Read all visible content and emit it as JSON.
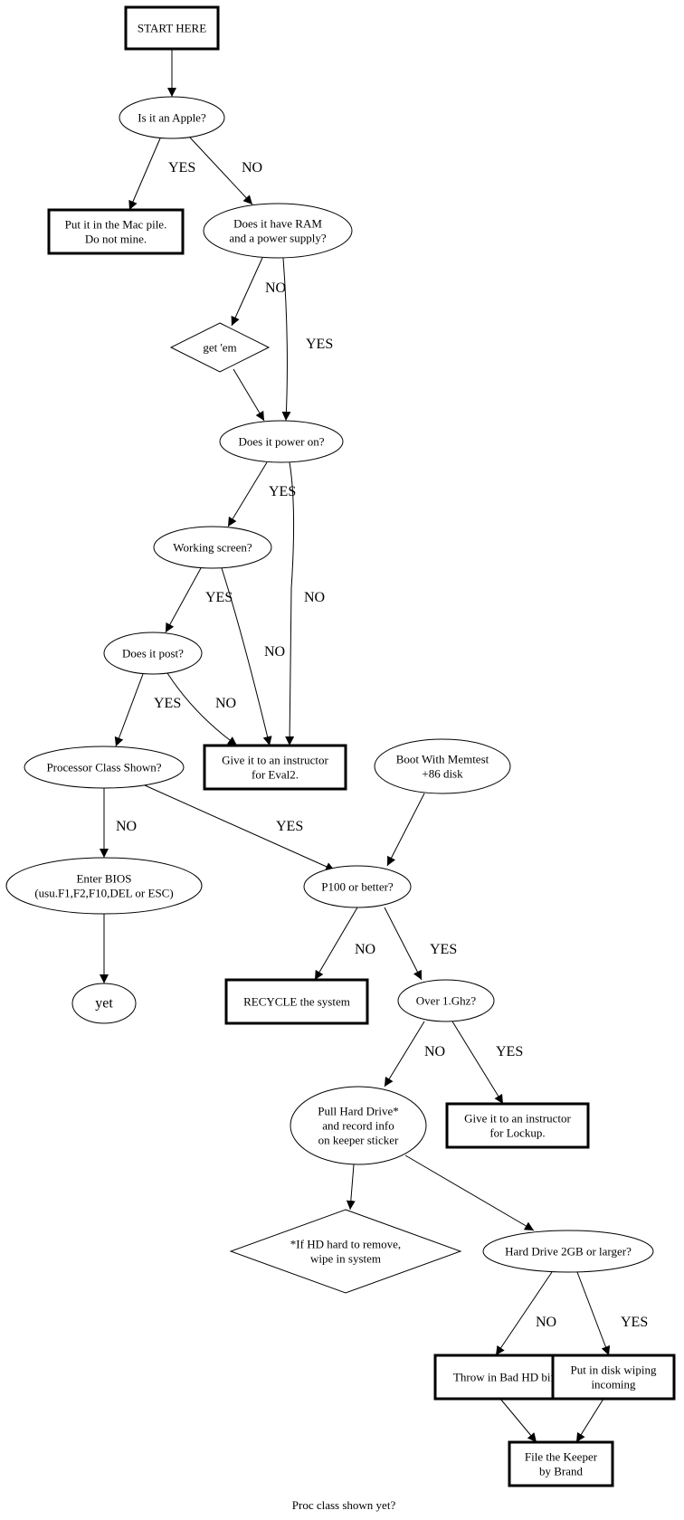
{
  "diagram": {
    "caption": "Proc class shown yet?",
    "nodes": {
      "start": [
        "START HERE"
      ],
      "apple": [
        "Is it an Apple?"
      ],
      "mac_pile": [
        "Put it in the Mac pile.",
        "Do not mine."
      ],
      "ram_power": [
        "Does it have RAM",
        "and a power supply?"
      ],
      "get_em": [
        "get 'em"
      ],
      "power_on": [
        "Does it power on?"
      ],
      "working_screen": [
        "Working screen?"
      ],
      "post": [
        "Does it post?"
      ],
      "eval2": [
        "Give it to an instructor",
        "for Eval2."
      ],
      "proc_class": [
        "Processor Class Shown?"
      ],
      "memtest": [
        "Boot With Memtest",
        "+86 disk"
      ],
      "bios": [
        "Enter BIOS",
        "(usu.F1,F2,F10,DEL or ESC)"
      ],
      "yet": [
        "yet"
      ],
      "p100": [
        "P100 or better?"
      ],
      "recycle": [
        "RECYCLE the system"
      ],
      "over1ghz": [
        "Over 1.Ghz?"
      ],
      "pull_hd": [
        "Pull Hard Drive*",
        "and record info",
        "on keeper sticker"
      ],
      "lockup": [
        "Give it to an instructor",
        "for Lockup."
      ],
      "hd_note": [
        "*If HD hard to remove,",
        "wipe in system"
      ],
      "hd2gb": [
        "Hard Drive 2GB or larger?"
      ],
      "bad_hd": [
        "Throw in Bad HD bin"
      ],
      "disk_wipe": [
        "Put in disk wiping",
        "incoming"
      ],
      "keeper": [
        "File the Keeper",
        "by Brand"
      ]
    },
    "edges": [
      {
        "from": "start",
        "to": "apple",
        "label": ""
      },
      {
        "from": "apple",
        "to": "mac_pile",
        "label": "YES"
      },
      {
        "from": "apple",
        "to": "ram_power",
        "label": "NO"
      },
      {
        "from": "ram_power",
        "to": "get_em",
        "label": "NO"
      },
      {
        "from": "ram_power",
        "to": "power_on",
        "label": "YES"
      },
      {
        "from": "get_em",
        "to": "power_on",
        "label": ""
      },
      {
        "from": "power_on",
        "to": "working_screen",
        "label": "YES"
      },
      {
        "from": "power_on",
        "to": "eval2",
        "label": "NO"
      },
      {
        "from": "working_screen",
        "to": "post",
        "label": "YES"
      },
      {
        "from": "working_screen",
        "to": "eval2",
        "label": "NO"
      },
      {
        "from": "post",
        "to": "proc_class",
        "label": "YES"
      },
      {
        "from": "post",
        "to": "eval2",
        "label": "NO"
      },
      {
        "from": "proc_class",
        "to": "bios",
        "label": "NO"
      },
      {
        "from": "proc_class",
        "to": "p100",
        "label": "YES"
      },
      {
        "from": "memtest",
        "to": "p100",
        "label": ""
      },
      {
        "from": "bios",
        "to": "yet",
        "label": ""
      },
      {
        "from": "p100",
        "to": "recycle",
        "label": "NO"
      },
      {
        "from": "p100",
        "to": "over1ghz",
        "label": "YES"
      },
      {
        "from": "over1ghz",
        "to": "pull_hd",
        "label": "NO"
      },
      {
        "from": "over1ghz",
        "to": "lockup",
        "label": "YES"
      },
      {
        "from": "pull_hd",
        "to": "hd_note",
        "label": ""
      },
      {
        "from": "pull_hd",
        "to": "hd2gb",
        "label": ""
      },
      {
        "from": "hd2gb",
        "to": "bad_hd",
        "label": "NO"
      },
      {
        "from": "hd2gb",
        "to": "disk_wipe",
        "label": "YES"
      },
      {
        "from": "bad_hd",
        "to": "keeper",
        "label": ""
      },
      {
        "from": "disk_wipe",
        "to": "keeper",
        "label": ""
      }
    ]
  }
}
